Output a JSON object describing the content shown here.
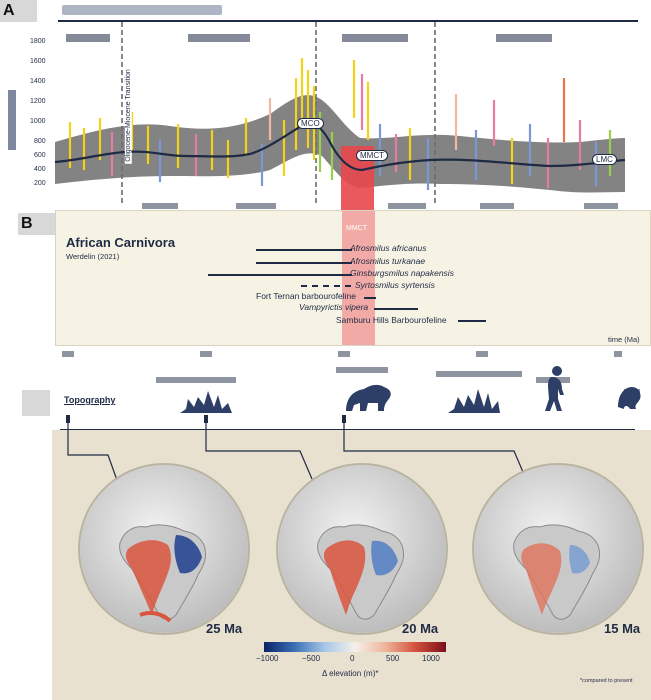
{
  "panel_letters": {
    "a": "A",
    "b": "B"
  },
  "panel_a": {
    "y_ticks": [
      "1800",
      "1600",
      "1400",
      "1200",
      "1000",
      "800",
      "600",
      "400",
      "200"
    ],
    "annotations": [
      "MCO",
      "MMCT",
      "LMC"
    ],
    "transition_label": "Oligocene-Miocene Transition"
  },
  "panel_b": {
    "title": "African Carnivora",
    "subtitle": "Werdelin (2021)",
    "band_label": "MMCT",
    "time_label": "time (Ma)",
    "taxa": [
      {
        "name": "Afrosmilus africanus"
      },
      {
        "name": "Afrosmilus turkanae"
      },
      {
        "name": "Ginsburgsmilus napakensis"
      },
      {
        "name": "Syrtosmilus syrtensis"
      },
      {
        "name": "Fort Ternan barbourofeline"
      },
      {
        "name": "Vampyrictis  vipera"
      },
      {
        "name": "Samburu Hills Barbourofeline"
      }
    ]
  },
  "panel_c": {
    "topography_label": "Topography",
    "globe_labels": [
      "25 Ma",
      "20 Ma",
      "15 Ma"
    ],
    "colorbar_ticks": [
      "−1000",
      "−500",
      "0",
      "500",
      "1000"
    ],
    "colorbar_label": "Δ elevation (m)*",
    "footnote": "*compared to present"
  },
  "colors": {
    "navy": "#1f2a44",
    "mmct_band": "#e8474c",
    "panel_b_bg": "#f6f2e4",
    "panel_c_bg": "#e9e1d0"
  }
}
